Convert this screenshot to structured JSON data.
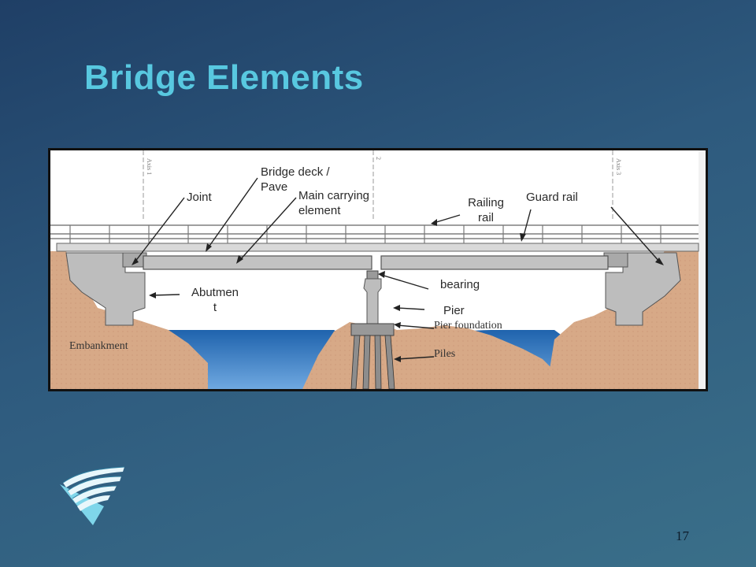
{
  "slide": {
    "title": "Bridge Elements",
    "number": "17"
  },
  "diagram": {
    "labels": {
      "bridge_deck": "Bridge deck /",
      "bridge_deck_line2": "Pave",
      "joint": "Joint",
      "main_carrying": "Main carrying",
      "main_carrying_line2": "element",
      "railing": "Railing",
      "railing_line2": "rail",
      "guard_rail": "Guard rail",
      "bearing": "bearing",
      "abutment": "Abutmen",
      "abutment_line2": "t",
      "pier": "Pier",
      "embankment": "Embankment",
      "pier_foundation": "Pier foundation",
      "piles": "Piles",
      "axis_left": "Axis 1",
      "axis_mid": "2",
      "axis_right": "Axis 3"
    },
    "colors": {
      "ground": "#d7a987",
      "water": "#2a6fb5",
      "concrete": "#bcbcbc",
      "frame": "#111111"
    }
  }
}
